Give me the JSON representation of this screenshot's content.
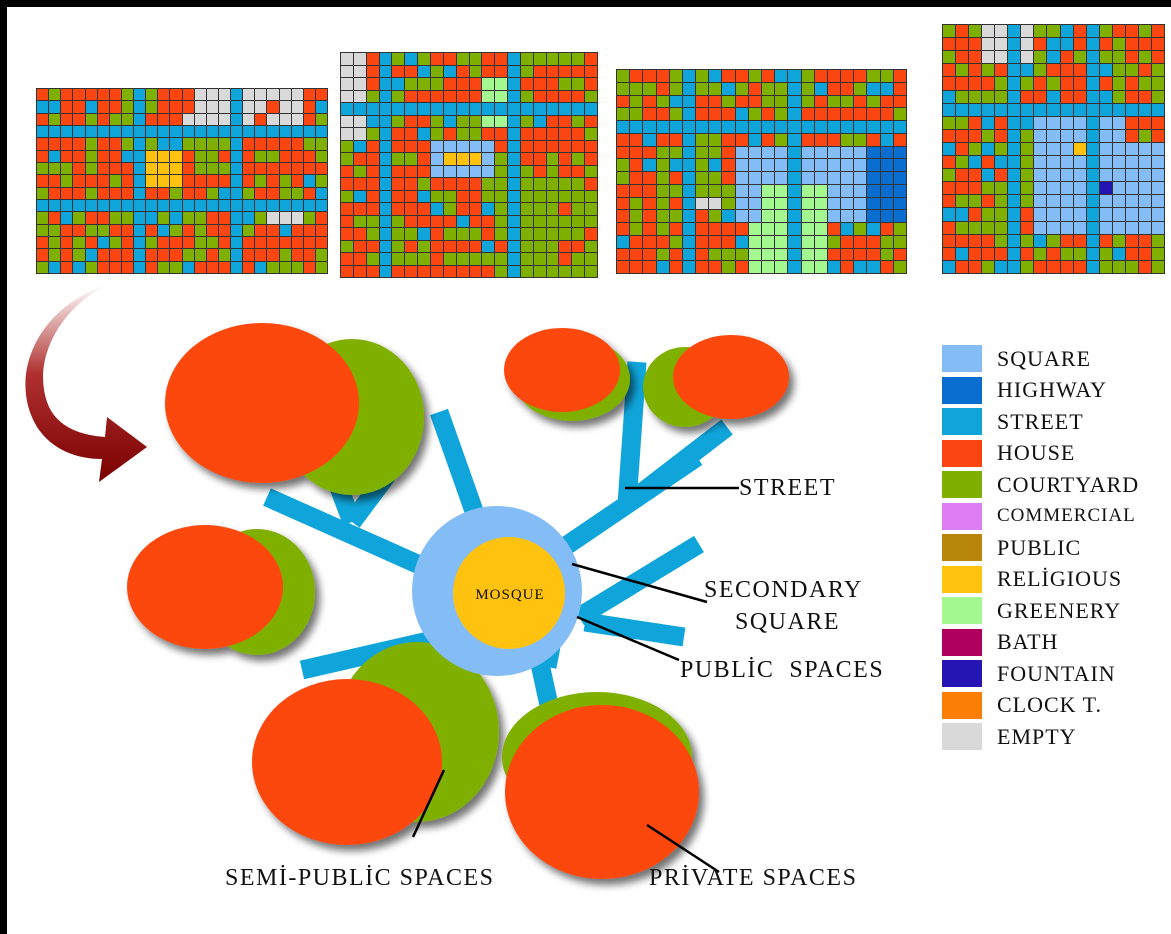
{
  "colors": {
    "square": "#84bdf5",
    "highway": "#0a6ed1",
    "street": "#0fa5db",
    "house": "#fc4611",
    "courtyard": "#7fb000",
    "commercial": "#de7ef5",
    "public": "#b8860b",
    "religious": "#ffc20e",
    "greenery": "#a3f890",
    "bath": "#b0005f",
    "fountain": "#2516b4",
    "clock": "#fb7e06",
    "empty": "#d9d9d9",
    "grid_line": "#333333",
    "arrow": "#8b0000"
  },
  "legend": [
    {
      "label": "SQUARE",
      "color_key": "square"
    },
    {
      "label": "HIGHWAY",
      "color_key": "highway"
    },
    {
      "label": "STREET",
      "color_key": "street"
    },
    {
      "label": "HOUSE",
      "color_key": "house"
    },
    {
      "label": "COURTYARD",
      "color_key": "courtyard"
    },
    {
      "label": "COMMERCIAL",
      "color_key": "commercial"
    },
    {
      "label": "PUBLIC",
      "color_key": "public"
    },
    {
      "label": "RELİGIOUS",
      "color_key": "religious"
    },
    {
      "label": "GREENERY",
      "color_key": "greenery"
    },
    {
      "label": "BATH",
      "color_key": "bath"
    },
    {
      "label": "FOUNTAIN",
      "color_key": "fountain"
    },
    {
      "label": "CLOCK T.",
      "color_key": "clock"
    },
    {
      "label": "EMPTY",
      "color_key": "empty"
    }
  ],
  "diagram": {
    "center_label": "MOSQUE",
    "labels": {
      "street": "STREET",
      "secondary_square_line1": "SECONDARY",
      "secondary_square_line2": "SQUARE",
      "public_spaces": "PUBLİC  SPACES",
      "semi_public_spaces": "SEMİ-PUBLİC SPACES",
      "private_spaces": "PRİVATE SPACES"
    }
  }
}
